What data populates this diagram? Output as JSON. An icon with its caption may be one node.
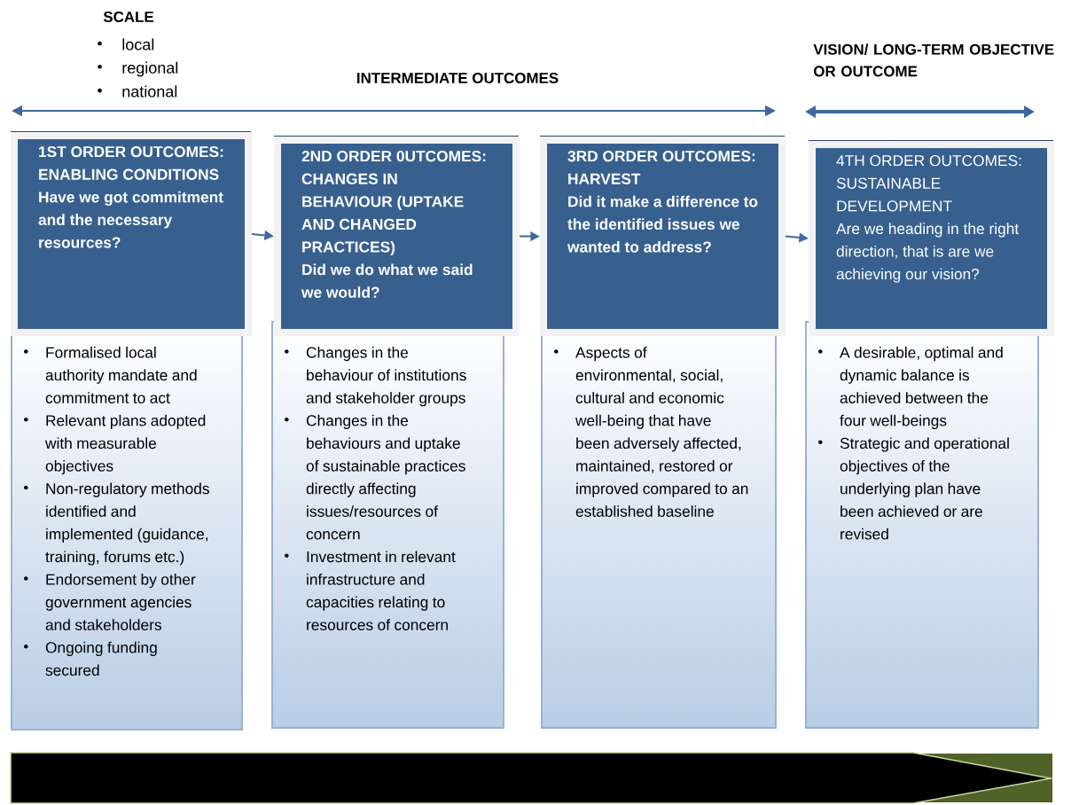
{
  "diagram": {
    "nodes": [
      {
        "text": [
          "1ST ORDER OUTCOMES: ENABLING  CONDITIONS",
          "Have we got commitment and the necessary resources?"
        ]
      },
      {
        "text": [
          "Formalised local authority mandate and commitment to act",
          "Relevant plans adopted with measurable objectives",
          "Non-regulatory methods identified and implemented (guidance, training, forums etc.)",
          "Endorsement by other government agencies and stakeholders",
          "Ongoing funding secured"
        ]
      },
      {
        "text": [
          "2ND ORDER 0UTCOMES: CHANGES IN BEHAVIOUR (UPTAKE AND CHANGED PRACTICES)",
          "Did we do what we said we would?"
        ]
      },
      {
        "text": [
          "Changes in the behaviour of institutions and stakeholder groups",
          "Changes in the behaviours and uptake of sustainable practices directly affecting issues/resources of concern",
          "Investment in relevant infrastructure and capacities relating to resources of concern"
        ]
      },
      {
        "text": [
          "3RD ORDER OUTCOMES: HARVEST",
          "Did it make a difference to the identified issues we wanted to address?"
        ]
      },
      {
        "text": [
          "Aspects of environmental, social, cultural and economic well-being that have been adversely affected, maintained, restored or improved compared to an established baseline"
        ]
      },
      {
        "text": [
          "4TH ORDER OUTCOMES: SUSTAINABLE DEVELOPMENT",
          "Are we heading in the right direction, that is are we achieving our vision?"
        ]
      },
      {
        "text": [
          "A desirable, optimal and dynamic balance is achieved between the four well-beings",
          "Strategic  and operational objectives of the underlying plan have been achieved or are revised"
        ]
      }
    ],
    "edges": [
      {
        "from": 0,
        "to": 2,
        "arrow": "to"
      },
      {
        "from": 2,
        "to": 4,
        "arrow": "to"
      },
      {
        "from": 4,
        "to": 6,
        "arrow": "to"
      }
    ],
    "labels": [
      "SCALE",
      "local",
      "regional",
      "national",
      "INTERMEDIATE OUTCOMES",
      "VISION/ LONG-TERM OBJECTIVE OR OUTCOME"
    ]
  }
}
